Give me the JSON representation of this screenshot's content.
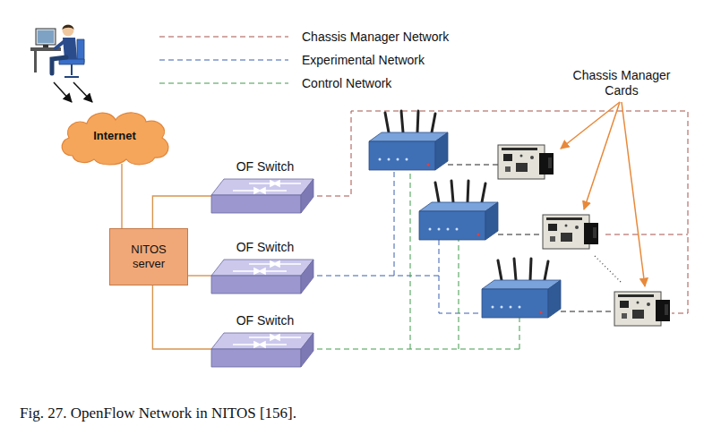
{
  "diagram": {
    "caption": "Fig. 27. OpenFlow Network in NITOS [156].",
    "nodes": [
      {
        "text": [
          "Internet"
        ]
      },
      {
        "text": [
          "NITOS server"
        ]
      },
      {
        "text": [
          "OF Switch"
        ]
      },
      {
        "text": [
          "OF Switch"
        ]
      },
      {
        "text": [
          "OF Switch"
        ]
      }
    ],
    "edges": [
      {
        "from": 0,
        "to": 1,
        "arrow": "none"
      },
      {
        "from": 1,
        "to": 2,
        "arrow": "none"
      },
      {
        "from": 1,
        "to": 3,
        "arrow": "none"
      },
      {
        "from": 1,
        "to": 4,
        "arrow": "none"
      }
    ],
    "labels": [
      "Chassis Manager Cards"
    ],
    "legend": [
      {
        "text": "Chassis Manager Network"
      },
      {
        "text": "Experimental Network"
      },
      {
        "text": "Control Network"
      }
    ]
  }
}
